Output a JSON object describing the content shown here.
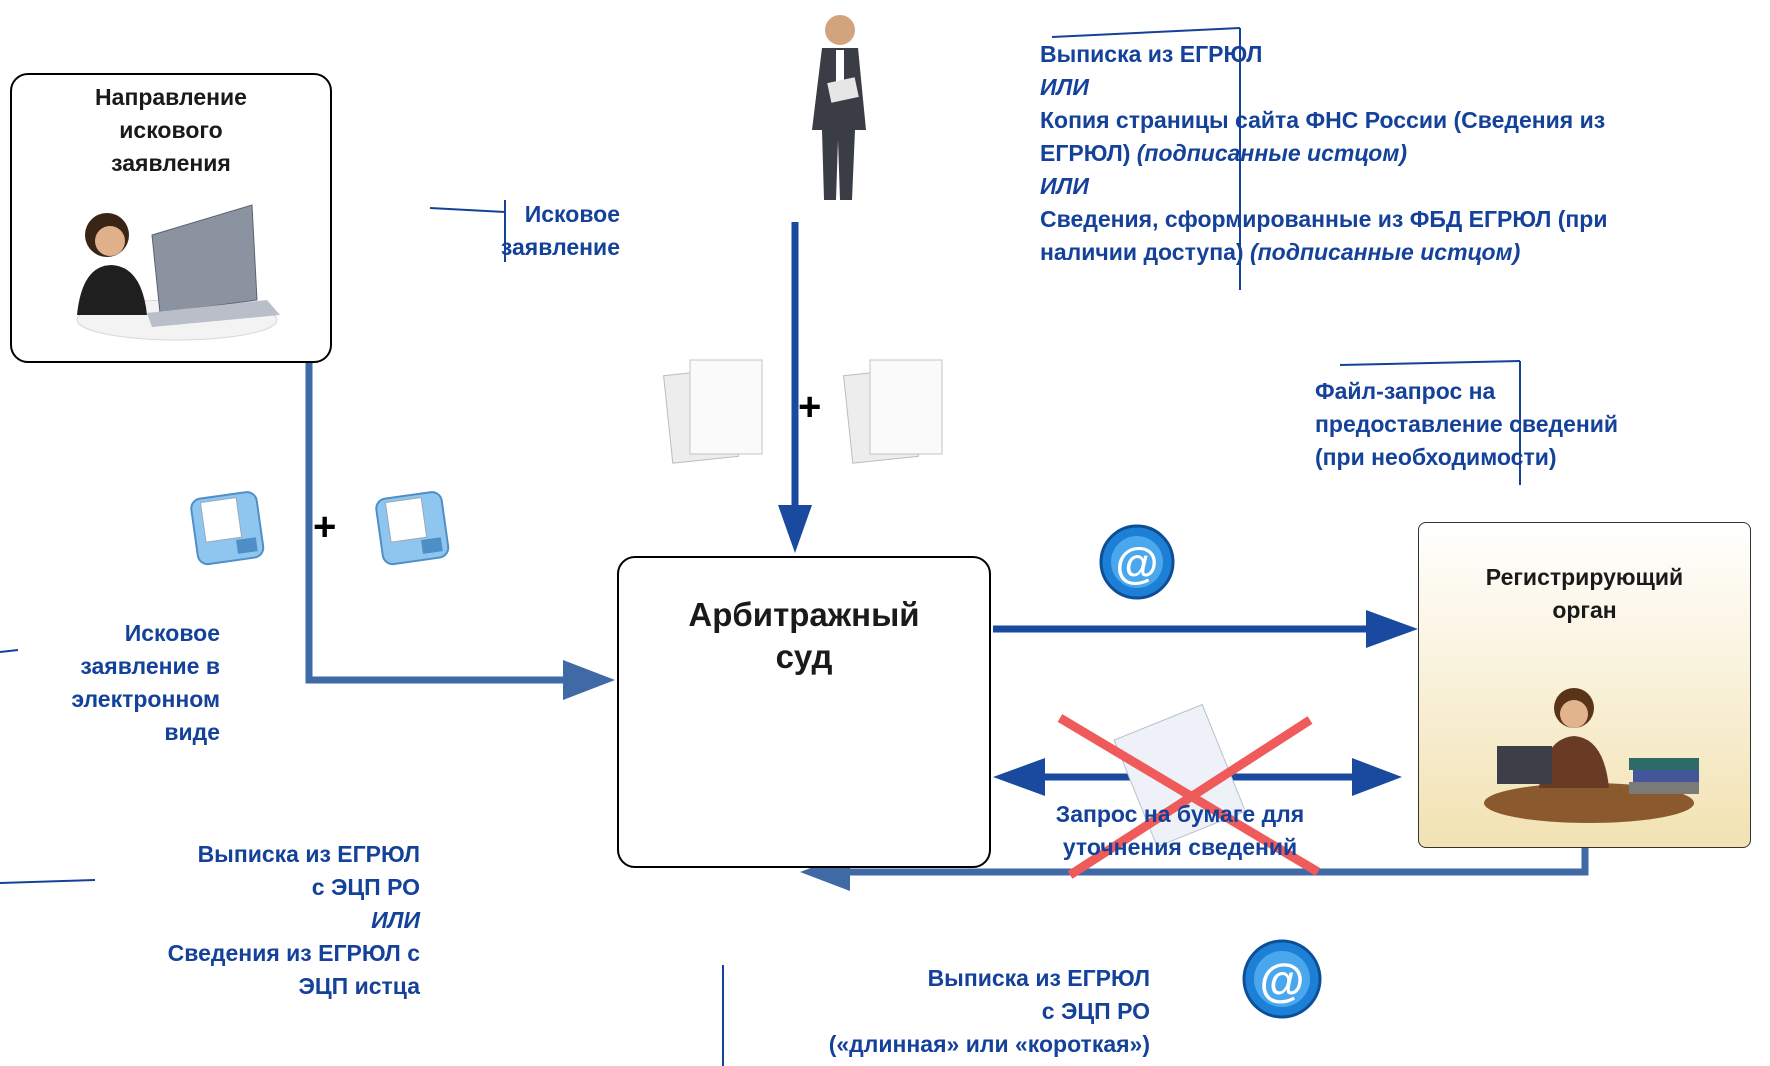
{
  "applicant_box": {
    "title": "Направление искового заявления"
  },
  "court_box": {
    "title": "Арбитражный суд"
  },
  "registry_box": {
    "title": "Регистрирующий орган"
  },
  "claim_label": {
    "text": "Исковое заявление"
  },
  "paper_docs": {
    "line1": "Выписка из ЕГРЮЛ",
    "or1": "ИЛИ",
    "line2a": "Копия страницы сайта ФНС России (Сведения из",
    "line2b": "ЕГРЮЛ)",
    "line2c": "(подписанные истцом)",
    "or2": "ИЛИ",
    "line3a": "Сведения, сформированные из ФБД ЕГРЮЛ (при",
    "line3b": "наличии доступа)",
    "line3c": "(подписанные истцом)"
  },
  "file_request": {
    "l1": "Файл-запрос на",
    "l2": "предоставление сведений",
    "l3": "(при необходимости)"
  },
  "electronic_claim": {
    "l1": "Исковое",
    "l2": "заявление в",
    "l3": "электронном",
    "l4": "виде"
  },
  "electronic_docs": {
    "l1": "Выписка из ЕГРЮЛ",
    "l2": "с ЭЦП РО",
    "or": "ИЛИ",
    "l3": "Сведения из ЕГРЮЛ с",
    "l4": "ЭЦП истца"
  },
  "paper_request": {
    "l1": "Запрос на бумаге для",
    "l2": "уточнения сведений"
  },
  "reply_docs": {
    "l1": "Выписка из ЕГРЮЛ",
    "l2": "с ЭЦП РО",
    "l3": "(«длинная» или «короткая»)"
  },
  "plus_sign": "+",
  "email_symbol": "@",
  "colors": {
    "arrow": "#1a4aa0",
    "arrow_light": "#3f6aa6",
    "text": "#14419a",
    "cross": "#ef5a5a"
  }
}
